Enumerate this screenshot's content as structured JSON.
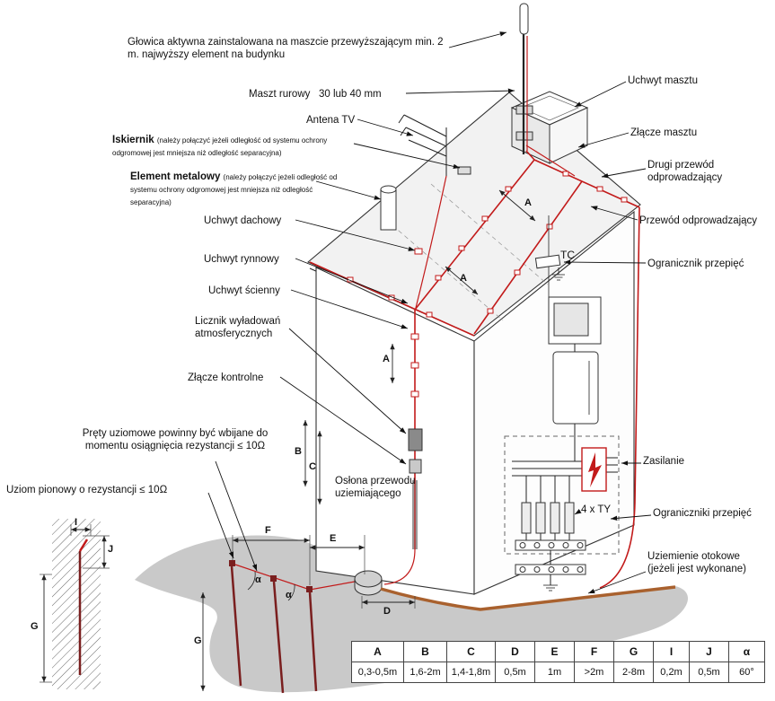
{
  "labels": {
    "glowica": "Głowica aktywna zainstalowana na maszcie przewyższającym min. 2 m. najwyższy element na budynku",
    "maszt": "Maszt rurowy   30 lub 40 mm",
    "antena": "Antena TV",
    "iskiernik_name": "Iskiernik",
    "iskiernik_note": "(należy połączyć jeżeli odległość od systemu ochrony odgromowej jest mniejsza niż odległość separacyjna)",
    "element_name": "Element metalowy",
    "element_note": "(należy połączyć jeżeli odległość od systemu ochrony odgromowej jest mniejsza niż odległość separacyjna)",
    "uchwyt_dachowy": "Uchwyt dachowy",
    "uchwyt_rynnowy": "Uchwyt rynnowy",
    "uchwyt_scienny": "Uchwyt ścienny",
    "licznik": "Licznik wyładowań atmosferycznych",
    "zlacze_kontrolne": "Złącze kontrolne",
    "prety": "Pręty uziomowe powinny być wbijane do momentu osiągnięcia rezystancji ≤ 10Ω",
    "uziom_pionowy": "Uziom pionowy o rezystancji ≤ 10Ω",
    "oslona": "Osłona przewodu uziemiającego",
    "uchwyt_masztu": "Uchwyt masztu",
    "zlacze_masztu": "Złącze masztu",
    "drugi_przewod": "Drugi przewód odprowadzający",
    "przewod": "Przewód odprowadzający",
    "tc": "TC",
    "ogranicznik": "Ogranicznik przepięć",
    "zasilanie": "Zasilanie",
    "four_ty": "4 x TY",
    "ograniczniki": "Ograniczniki przepięć",
    "uziemienie_1": "Uziemienie otokowe",
    "uziemienie_2": "(jeżeli jest wykonane)"
  },
  "dims": {
    "A": "A",
    "B": "B",
    "C": "C",
    "D": "D",
    "E": "E",
    "F": "F",
    "G": "G",
    "I": "I",
    "J": "J",
    "alpha": "α"
  },
  "table": {
    "headers": [
      "A",
      "B",
      "C",
      "D",
      "E",
      "F",
      "G",
      "I",
      "J",
      "α"
    ],
    "values": [
      "0,3-0,5m",
      "1,6-2m",
      "1,4-1,8m",
      "0,5m",
      "1m",
      ">2m",
      "2-8m",
      "0,2m",
      "0,5m",
      "60°"
    ]
  },
  "colors": {
    "conductor": "#c21a1a",
    "earth_loop": "#a9612e",
    "ground": "#c9c9c9"
  }
}
